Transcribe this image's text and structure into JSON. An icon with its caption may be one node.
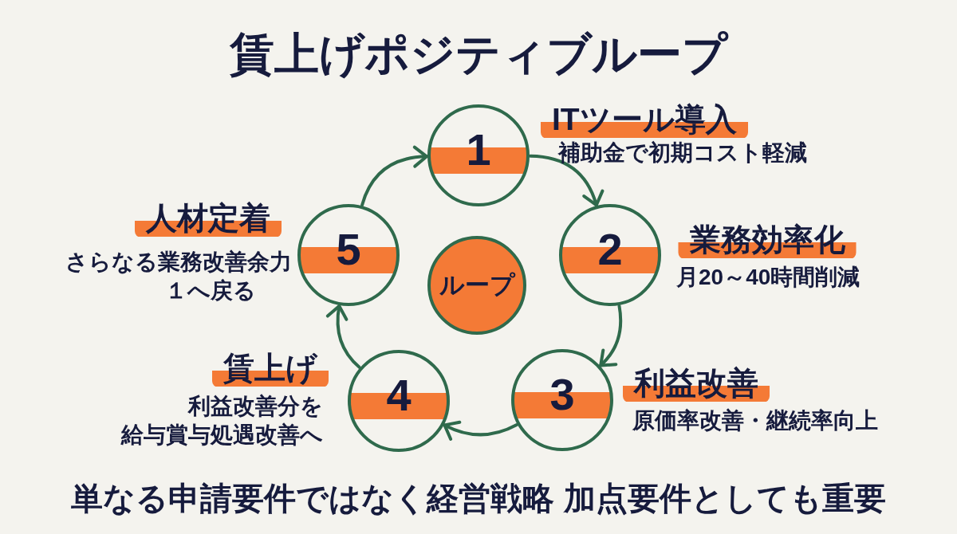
{
  "diagram": {
    "title": "賃上げポジティブループ",
    "caption": "単なる申請要件ではなく経営戦略 加点要件としても重要",
    "nodes": [
      {
        "text": [
          "1"
        ],
        "beside": [
          "ITツール導入",
          "補助金で初期コスト軽減"
        ]
      },
      {
        "text": [
          "2"
        ],
        "beside": [
          "業務効率化",
          "月20～40時間削減"
        ]
      },
      {
        "text": [
          "3"
        ],
        "beside": [
          "利益改善",
          "原価率改善・継続率向上"
        ]
      },
      {
        "text": [
          "4"
        ],
        "beside": [
          "賃上げ",
          "利益改善分を給与賞与処遇改善へ"
        ]
      },
      {
        "text": [
          "5"
        ],
        "beside": [
          "人材定着",
          "さらなる業務改善余力",
          "１へ戻る"
        ]
      },
      {
        "text": [
          "ループ"
        ]
      }
    ],
    "edges": [
      {
        "from": 0,
        "to": 1,
        "arrow": "to"
      },
      {
        "from": 1,
        "to": 2,
        "arrow": "to"
      },
      {
        "from": 2,
        "to": 3,
        "arrow": "to"
      },
      {
        "from": 3,
        "to": 4,
        "arrow": "to"
      },
      {
        "from": 4,
        "to": 0,
        "arrow": "to"
      }
    ]
  }
}
